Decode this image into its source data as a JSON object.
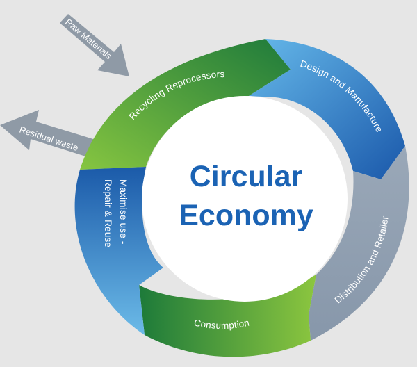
{
  "diagram": {
    "center": {
      "line1": "Circular",
      "line2": "Economy"
    },
    "segments": [
      {
        "id": "recycling",
        "label": "Recycling Reprocessors"
      },
      {
        "id": "design",
        "label": "Design and Manufacture"
      },
      {
        "id": "distribution",
        "label": "Distribution and Retailer"
      },
      {
        "id": "consumption",
        "label": "Consumption"
      },
      {
        "id": "maximise",
        "label_line1": "Maximise use -",
        "label_line2": "Repair & Reuse"
      }
    ],
    "inputs": {
      "raw_materials": "Raw Materials",
      "residual_waste": "Residual waste"
    },
    "colors": {
      "background": "#e6e6e6",
      "green_dark": "#1f7a3a",
      "green_light": "#7dc242",
      "blue_dark": "#1b5fae",
      "blue_light": "#5fb3e6",
      "grey_segment": "#8f9fb1",
      "arrow_grey": "#8f9aa6",
      "title_blue": "#1b63b4"
    }
  }
}
